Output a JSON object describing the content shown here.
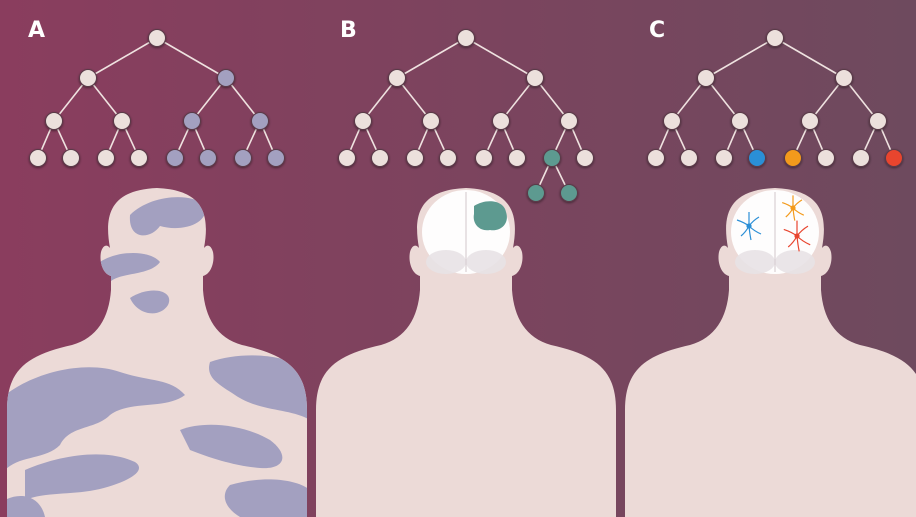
{
  "panels": [
    {
      "label": "A",
      "theme": "mosaic",
      "highlight_color": "#a3a0c0"
    },
    {
      "label": "B",
      "theme": "somatic-clone",
      "highlight_color": "#5d9a90"
    },
    {
      "label": "C",
      "theme": "single-neuron",
      "highlight_color": "#2c8fd6"
    }
  ],
  "colors": {
    "background_left": "#8a3d5e",
    "background_right": "#6e4a5e",
    "figure": "#ecdad7",
    "node": "#ece0dc",
    "node_stroke": "#5a3a48",
    "mosaic_patch": "#a3a0c0",
    "clone": "#5d9a90",
    "neuron_blue": "#2c8fd6",
    "neuron_orange": "#f39a1b",
    "neuron_red": "#e8452f",
    "brain": "#ffffff"
  },
  "icons": {
    "tree": "lineage-tree-icon",
    "person": "person-silhouette-icon",
    "brain": "brain-icon",
    "neuron": "neuron-icon"
  }
}
